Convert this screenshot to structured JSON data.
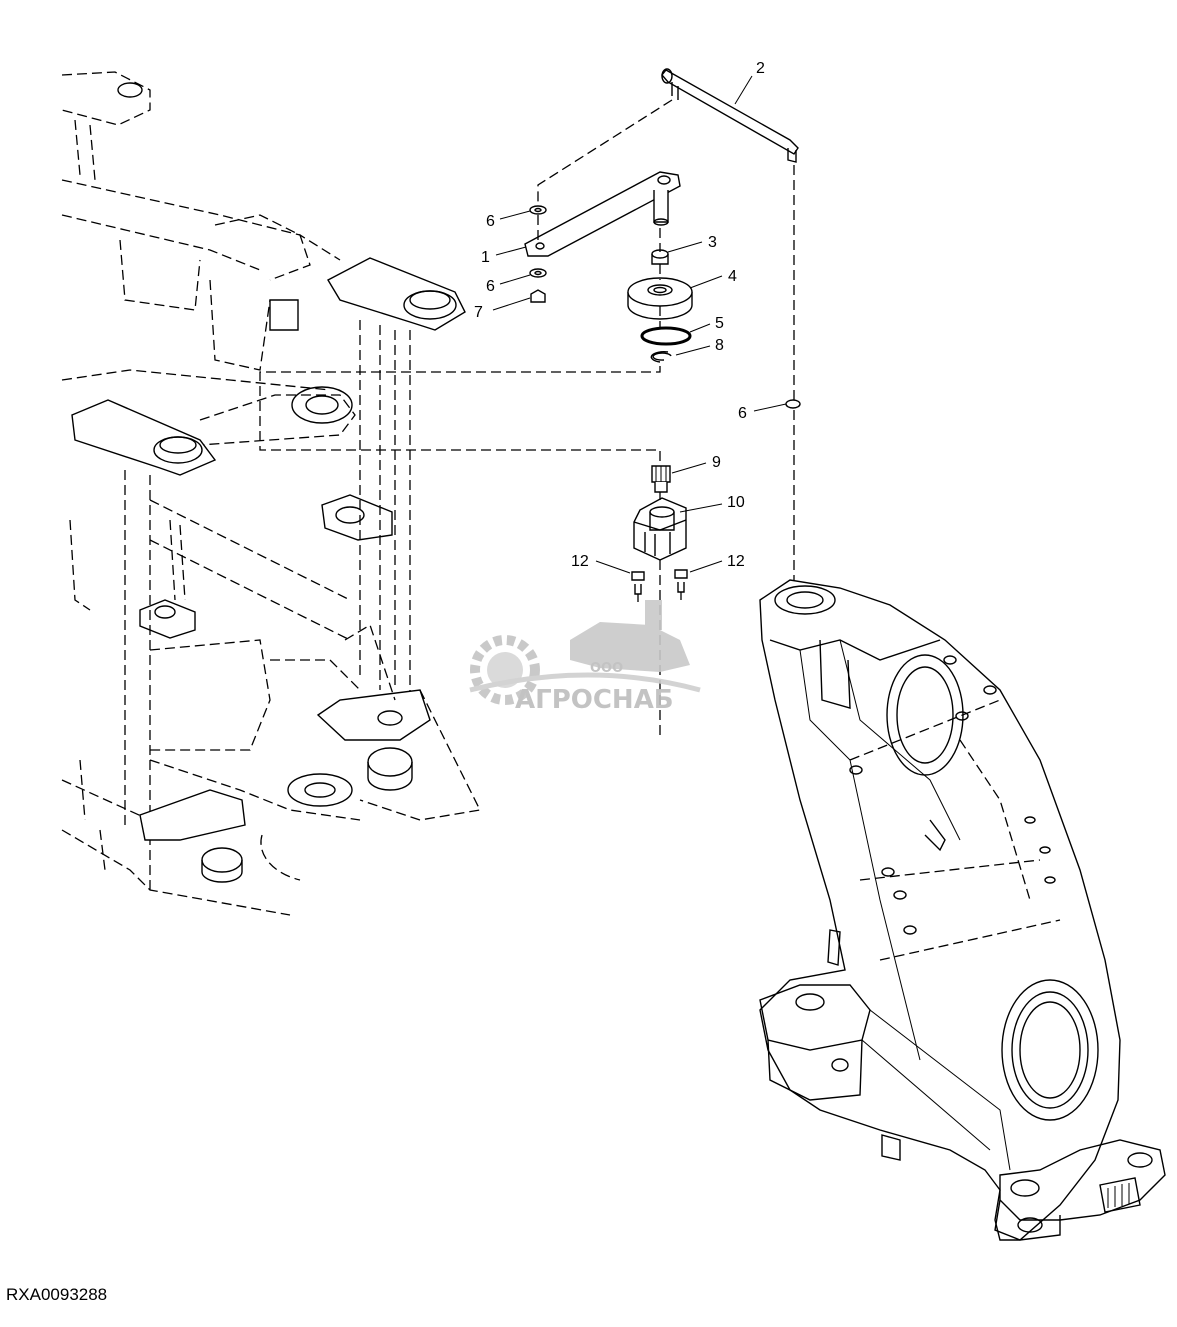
{
  "diagram": {
    "reference_code": "RXA0093288",
    "callouts": [
      {
        "id": "c1",
        "text": "1"
      },
      {
        "id": "c2",
        "text": "2"
      },
      {
        "id": "c3",
        "text": "3"
      },
      {
        "id": "c4",
        "text": "4"
      },
      {
        "id": "c5",
        "text": "5"
      },
      {
        "id": "c6a",
        "text": "6"
      },
      {
        "id": "c6b",
        "text": "6"
      },
      {
        "id": "c6c",
        "text": "6"
      },
      {
        "id": "c7",
        "text": "7"
      },
      {
        "id": "c8",
        "text": "8"
      },
      {
        "id": "c9",
        "text": "9"
      },
      {
        "id": "c10",
        "text": "10"
      },
      {
        "id": "c12a",
        "text": "12"
      },
      {
        "id": "c12b",
        "text": "12"
      }
    ],
    "watermark": {
      "prefix": "ООО",
      "brand": "АГРОСНАБ"
    }
  }
}
